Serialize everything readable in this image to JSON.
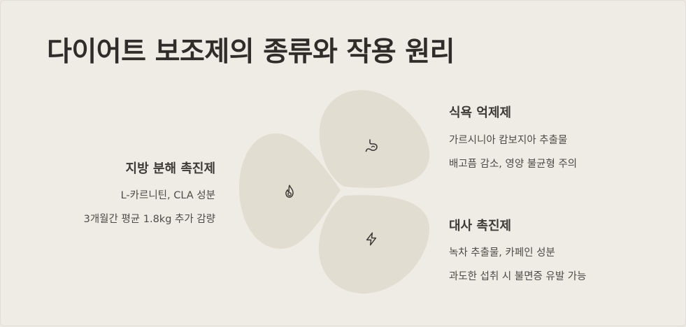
{
  "title": "다이어트 보조제의 종류와 작용 원리",
  "colors": {
    "background": "#efece5",
    "petal": "#e2ddd1",
    "title": "#2f2c29",
    "heading": "#3d3a36",
    "text": "#4e4a45",
    "icon": "#3b3835"
  },
  "groups": {
    "fat": {
      "heading": "지방 분해 촉진제",
      "lines": [
        "L-카르니틴, CLA 성분",
        "3개월간 평균 1.8kg 추가 감량"
      ],
      "icon": "flame-icon"
    },
    "appetite": {
      "heading": "식욕 억제제",
      "lines": [
        "가르시니아 캄보지아 추출물",
        "배고픔 감소, 영양 불균형 주의"
      ],
      "icon": "stomach-icon"
    },
    "metabolism": {
      "heading": "대사 촉진제",
      "lines": [
        "녹차 추출물, 카페인 성분",
        "과도한 섭취 시 불면증 유발 가능"
      ],
      "icon": "lightning-icon"
    }
  }
}
